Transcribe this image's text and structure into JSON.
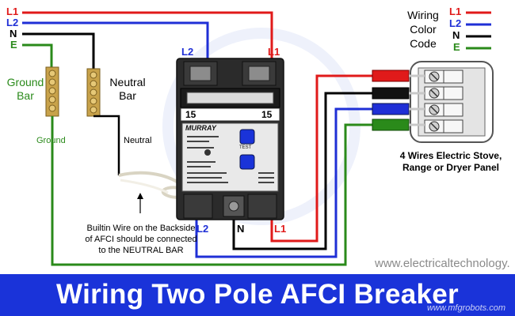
{
  "colors": {
    "L1": "#e01a1a",
    "L2": "#1f2fd6",
    "N": "#000000",
    "E": "#2a8a1a",
    "brass": "#c8a24a",
    "breaker_body": "#2b2b2b",
    "title_bar": "#1a33d9"
  },
  "legend_left": {
    "l1": "L1",
    "l2": "L2",
    "n": "N",
    "e": "E"
  },
  "color_code": {
    "title_line1": "Wiring",
    "title_line2": "Color",
    "title_line3": "Code",
    "entries": [
      {
        "label": "L1",
        "color": "#e01a1a"
      },
      {
        "label": "L2",
        "color": "#1f2fd6"
      },
      {
        "label": "N",
        "color": "#000000"
      },
      {
        "label": "E",
        "color": "#2a8a1a"
      }
    ]
  },
  "ground_bar": {
    "line1": "Ground",
    "line2": "Bar"
  },
  "neutral_bar": {
    "line1": "Neutral",
    "line2": "Bar"
  },
  "wire_labels": {
    "ground": "Ground",
    "neutral": "Neutral",
    "breaker_top_l2": "L2",
    "breaker_top_l1": "L1",
    "breaker_bottom_l2": "L2",
    "breaker_bottom_n": "N",
    "breaker_bottom_l1": "L1"
  },
  "breaker": {
    "rating_left": "15",
    "rating_right": "15",
    "brand": "MURRAY",
    "test_label": "TEST"
  },
  "panel": {
    "line1": "4 Wires Electric Stove,",
    "line2": "Range or Dryer Panel"
  },
  "note": {
    "line1": "Builtin Wire on the Backside",
    "line2": "of AFCI should be connected",
    "line3": "to the NEUTRAL BAR"
  },
  "website": "www.electricaltechnology.",
  "title": "Wiring Two Pole AFCI Breaker",
  "watermark": "www.mfgrobots.com"
}
